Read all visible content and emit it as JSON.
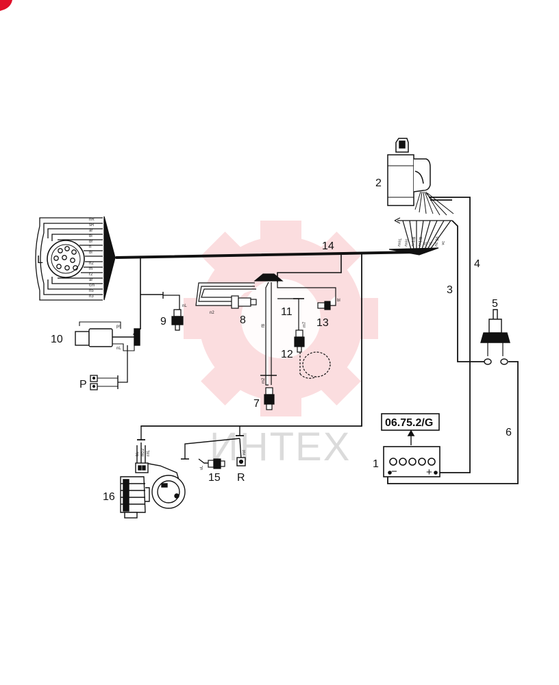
{
  "diagram": {
    "labels": {
      "L": "L",
      "c1": "1",
      "c2": "2",
      "c3": "3",
      "c4": "4",
      "c5": "5",
      "c6": "6",
      "c7": "7",
      "c8": "8",
      "c9": "9",
      "c10": "10",
      "c11": "11",
      "c12": "12",
      "c13": "13",
      "c14": "14",
      "c15": "15",
      "c16": "16",
      "P": "P",
      "R": "R"
    },
    "reference_box": "06.75.2/G",
    "battery_minus": "−",
    "battery_plus": "+",
    "watermark": "ИНТЕХ",
    "colors": {
      "line": "#111111",
      "watermark": "#e8323c",
      "watermark_text": "#9a9a9a",
      "corner": "#e0102a"
    }
  }
}
